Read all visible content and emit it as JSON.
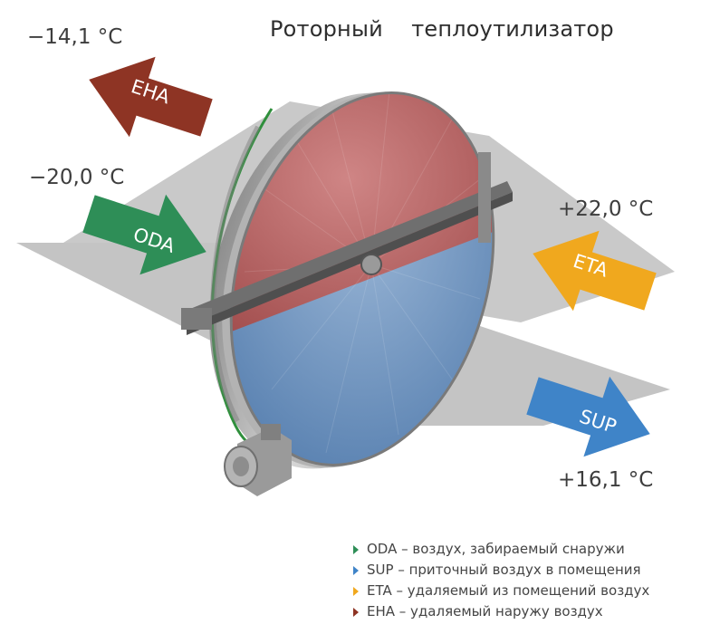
{
  "title": "Роторный    теплоутилизатор",
  "temperatures": {
    "eha": "−14,1 °C",
    "oda": "−20,0 °C",
    "eta": "+22,0 °C",
    "sup": "+16,1 °C"
  },
  "arrows": {
    "eha": {
      "label": "EHA",
      "color": "#8e3424"
    },
    "oda": {
      "label": "ODA",
      "color": "#2e8e57"
    },
    "eta": {
      "label": "ETA",
      "color": "#f0a81e"
    },
    "sup": {
      "label": "SUP",
      "color": "#3f84c8"
    }
  },
  "legend": [
    {
      "text": "ODA – воздух, забираемый снаружи",
      "color": "#2e8e57"
    },
    {
      "text": "SUP – приточный воздух в помещения",
      "color": "#3f84c8"
    },
    {
      "text": "ETA – удаляемый из помещений воздух",
      "color": "#f0a81e"
    },
    {
      "text": "EHA – удаляемый наружу воздух",
      "color": "#8e3424"
    }
  ],
  "colors": {
    "plane": "#c7c7c7",
    "wheel_warm": "#b86464",
    "wheel_cold": "#6e92bc",
    "casing": "#b9b9b9",
    "belt": "#2f8f3c"
  }
}
